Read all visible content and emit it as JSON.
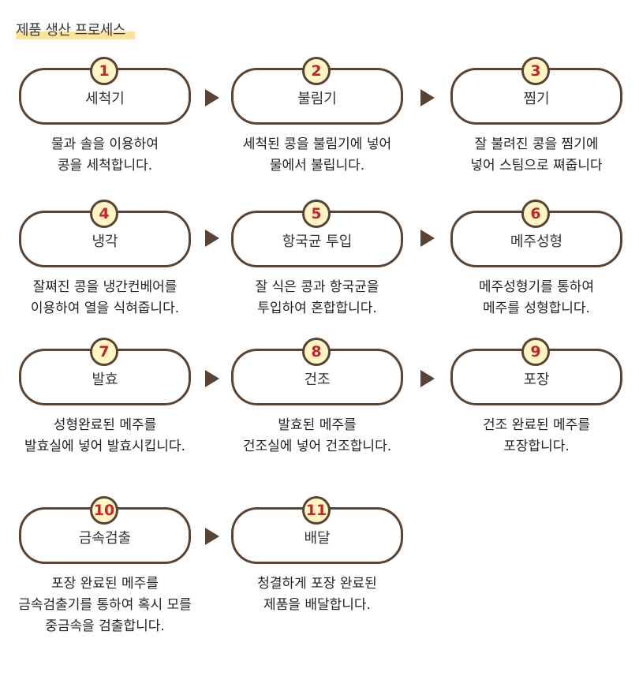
{
  "title": "제품 생산 프로세스",
  "colors": {
    "accent_border": "#5a4332",
    "number_fill": "#fff6c4",
    "number_text": "#c8232a",
    "title_highlight": "#fde39a"
  },
  "steps": [
    {
      "number": "1",
      "label": "세척기",
      "description": "물과 솔을 이용하여\n콩을 세척합니다."
    },
    {
      "number": "2",
      "label": "불림기",
      "description": "세척된 콩을 불림기에 넣어\n물에서 불립니다."
    },
    {
      "number": "3",
      "label": "찜기",
      "description": "잘 불려진 콩을 찜기에\n넣어 스팀으로 쪄줍니다"
    },
    {
      "number": "4",
      "label": "냉각",
      "description": "잘쪄진 콩을 냉간컨베어를\n이용하여 열을 식혀줍니다."
    },
    {
      "number": "5",
      "label": "항국균 투입",
      "description": "잘 식은 콩과 항국균을\n투입하여 혼합합니다."
    },
    {
      "number": "6",
      "label": "메주성형",
      "description": "메주성형기를 통하여\n메주를 성형합니다."
    },
    {
      "number": "7",
      "label": "발효",
      "description": "성형완료된 메주를\n발효실에 넣어 발효시킵니다."
    },
    {
      "number": "8",
      "label": "건조",
      "description": "발효된 메주를\n건조실에 넣어 건조합니다."
    },
    {
      "number": "9",
      "label": "포장",
      "description": "건조 완료된 메주를\n포장합니다."
    },
    {
      "number": "10",
      "label": "금속검출",
      "description": "포장 완료된 메주를\n금속검출기를 통하여 혹시 모를\n중금속을 검출합니다."
    },
    {
      "number": "11",
      "label": "배달",
      "description": "청결하게 포장 완료된\n제품을 배달합니다."
    }
  ]
}
